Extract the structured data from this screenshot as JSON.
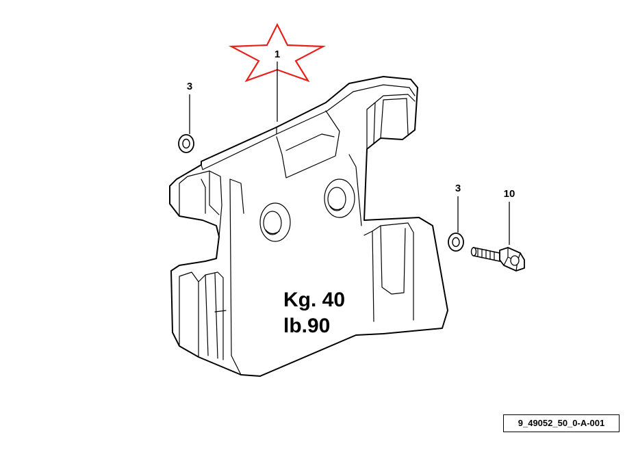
{
  "callouts": {
    "main_weight": "1",
    "washer_left": "3",
    "washer_right": "3",
    "bolt": "10"
  },
  "weight_labels": {
    "kg": "Kg. 40",
    "lb": "lb.90"
  },
  "reference_code": "9_49052_50_0-A-001",
  "colors": {
    "line": "#000000",
    "highlight_star": "#e8201a",
    "background": "#ffffff"
  }
}
